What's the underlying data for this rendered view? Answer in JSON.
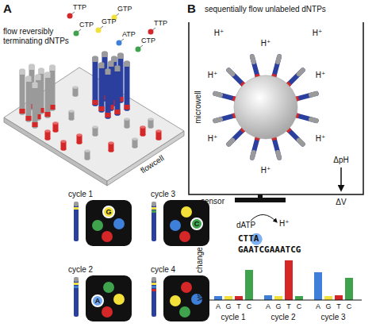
{
  "diagram": {
    "labels": [
      "A",
      "flow reversibly terminating dNTPs",
      "TTP",
      "GTP",
      "CTP",
      "GTP",
      "ATP",
      "CTP",
      "TTP",
      "flowcell",
      "cycle 1",
      "G",
      "cycle 3",
      "C",
      "cycle 2",
      "A",
      "cycle 4",
      "B",
      "sequentially flow unlabeled dNTPs",
      "microwell",
      "H⁺",
      "H⁺",
      "H⁺",
      "H⁺",
      "H⁺",
      "H⁺",
      "H⁺",
      "H⁺",
      "ΔpH",
      "ΔV",
      "sensor",
      "dATP",
      "H⁺",
      "CTTA",
      "GAATCGAAATCG",
      "voltage change",
      "A",
      "G",
      "T",
      "C",
      "A",
      "G",
      "T",
      "C",
      "A",
      "G",
      "T",
      "C",
      "cycle 1",
      "cycle 2",
      "cycle 3"
    ]
  }
}
